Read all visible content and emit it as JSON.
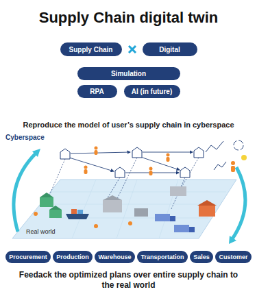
{
  "diagram": {
    "title": "Supply Chain digital twin",
    "caption": "Feedack the optimized plans over entire supply chain to the real world",
    "nodes": [
      {
        "text": [
          "Supply Chain"
        ]
      },
      {
        "text": [
          "Digital"
        ]
      },
      {
        "text": [
          "Simulation"
        ]
      },
      {
        "text": [
          "RPA"
        ]
      },
      {
        "text": [
          "AI (in future)"
        ]
      },
      {
        "text": [
          "Procurement"
        ]
      },
      {
        "text": [
          "Production"
        ]
      },
      {
        "text": [
          "Warehouse"
        ]
      },
      {
        "text": [
          "Transportation"
        ]
      },
      {
        "text": [
          "Sales"
        ]
      },
      {
        "text": [
          "Customer"
        ]
      }
    ],
    "labels": [
      "Reproduce the model of user’s supply chain in cyberspace",
      "Cyberspace",
      "Real world"
    ]
  }
}
